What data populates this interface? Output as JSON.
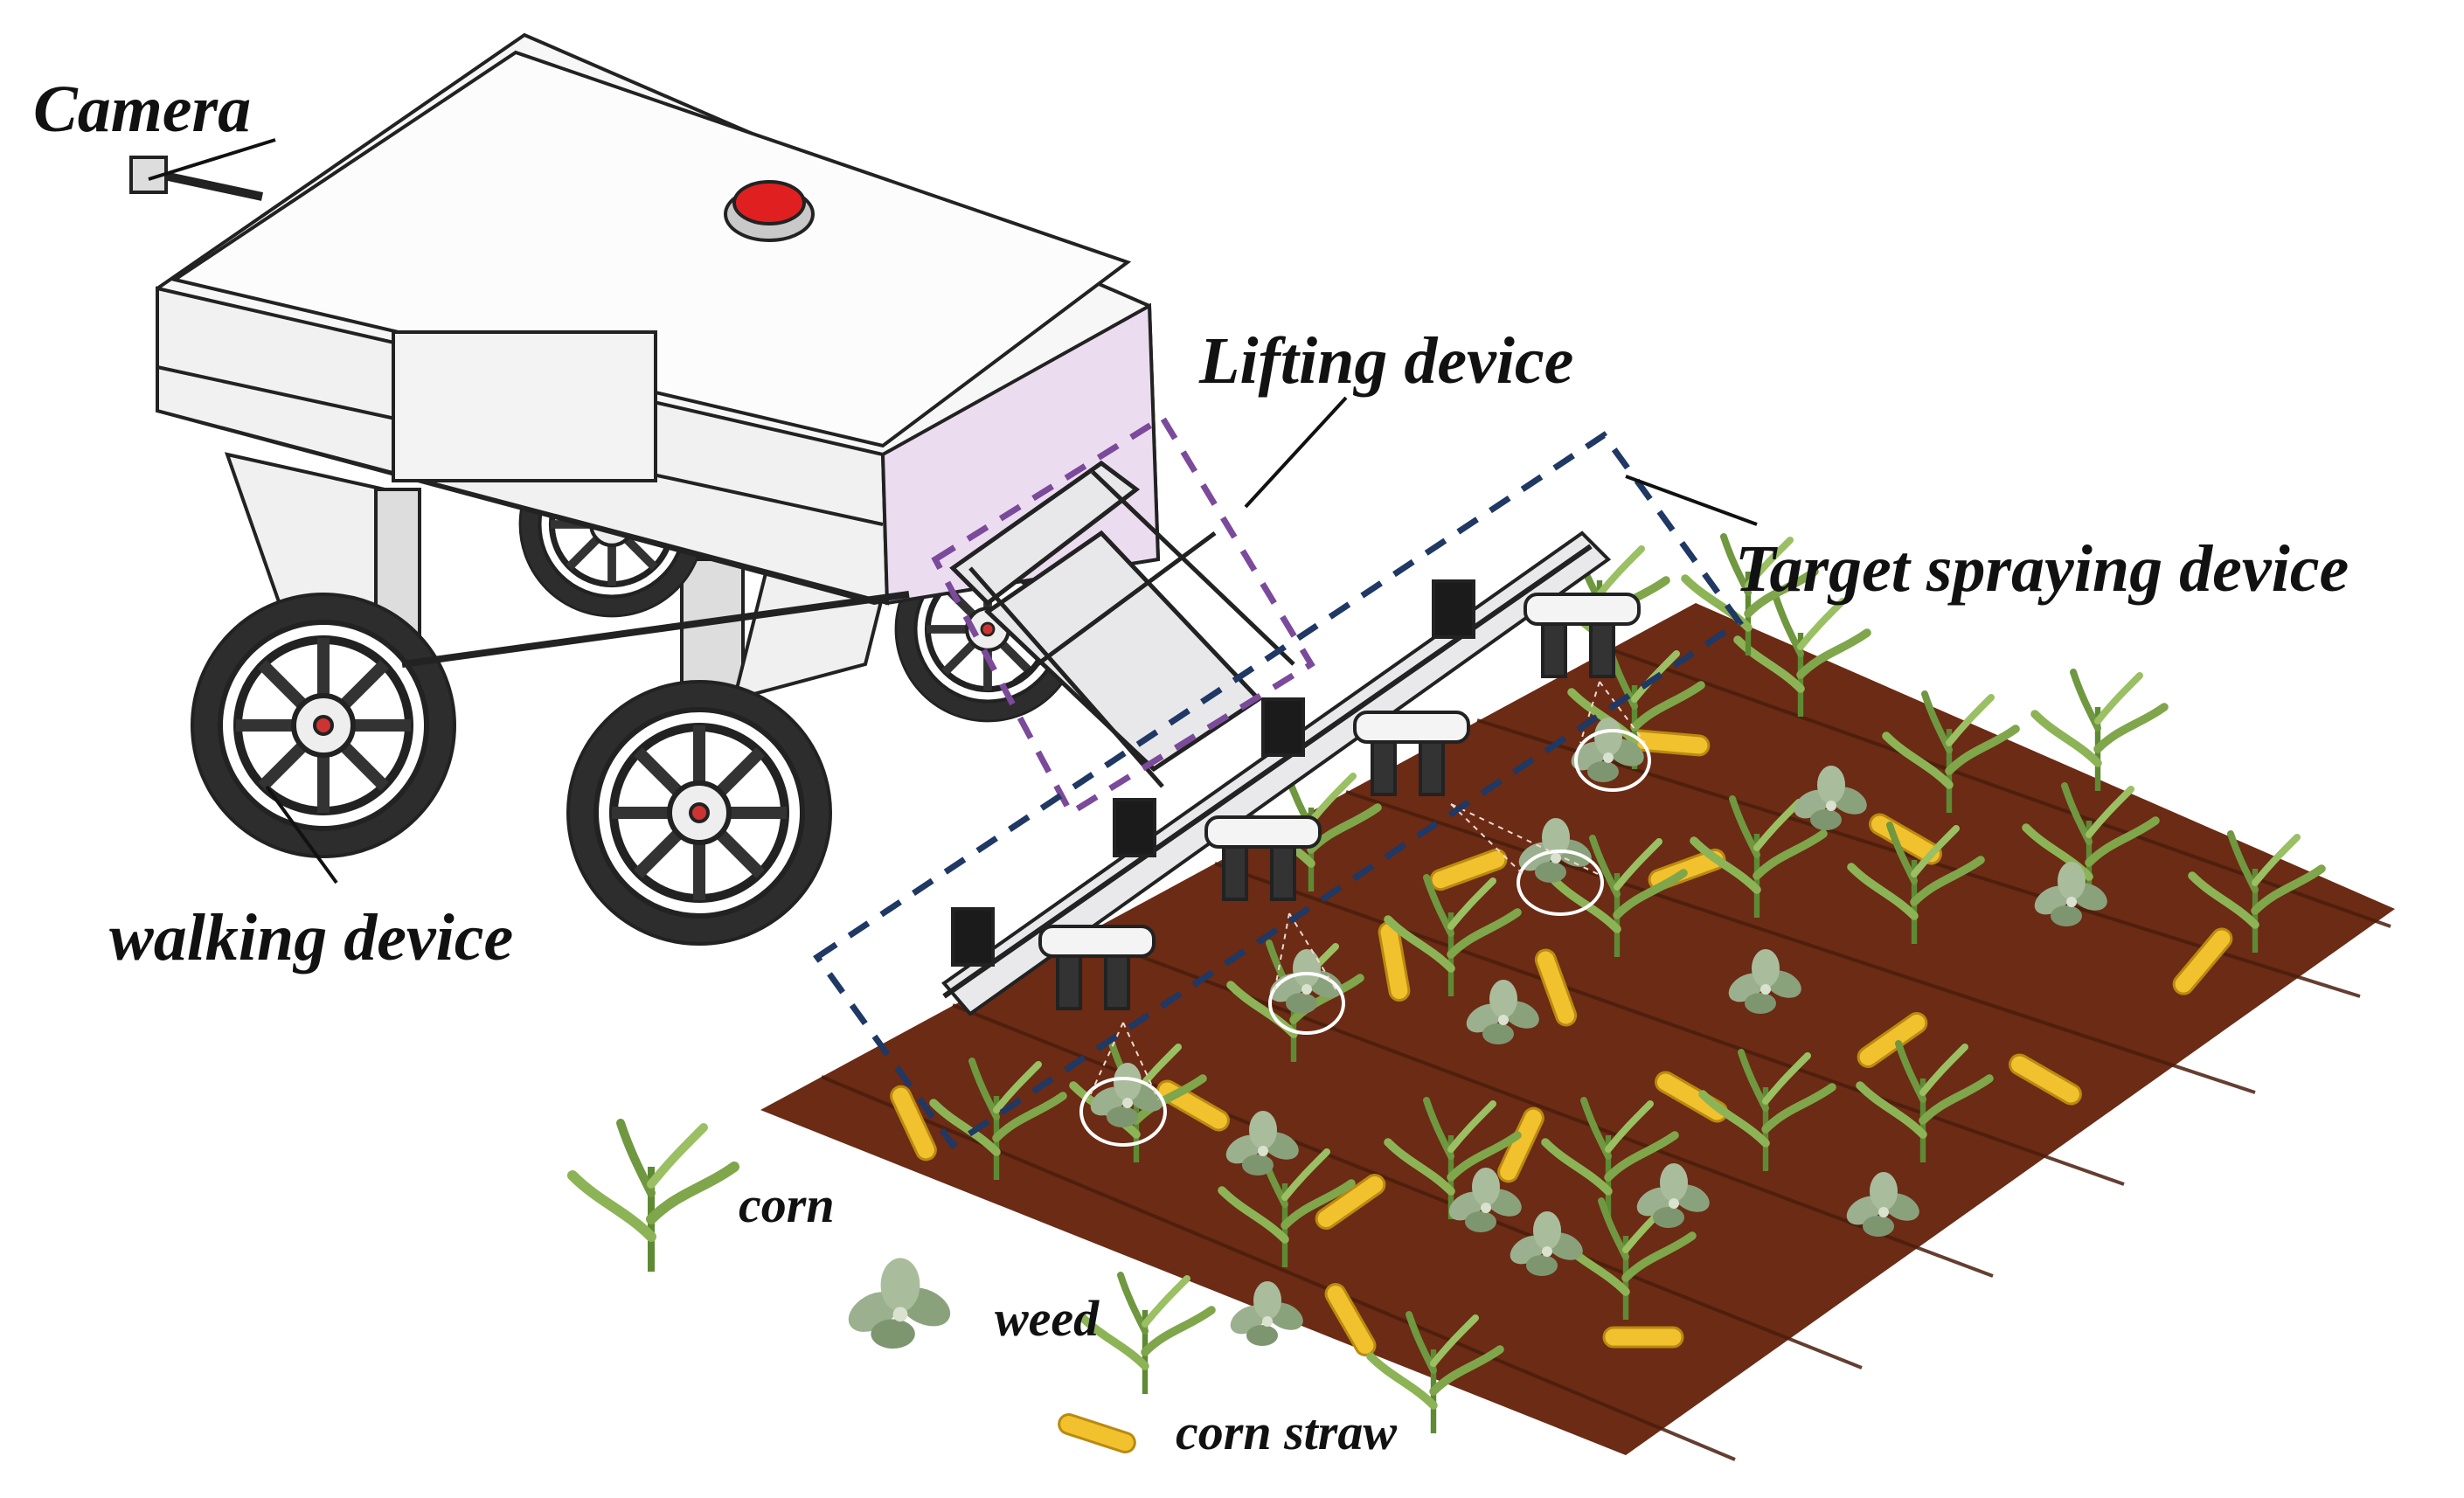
{
  "labels": {
    "camera": "Camera",
    "lifting_device": "Lifting device",
    "target_spraying_device": "Target spraying device",
    "walking_device": "walking device"
  },
  "legend": {
    "corn": "corn",
    "weed": "weed",
    "corn_straw": "corn straw"
  },
  "colors": {
    "soil": "#6b2b14",
    "row_line": "#4a1d0c",
    "corn": "#7fa64a",
    "weed": "#9bb08e",
    "straw": "#f2c12e",
    "beacon": "#e02020",
    "lift_panel": "#ecdcf0",
    "lift_box": "#7b4a9a",
    "spray_box": "#1f3864"
  }
}
